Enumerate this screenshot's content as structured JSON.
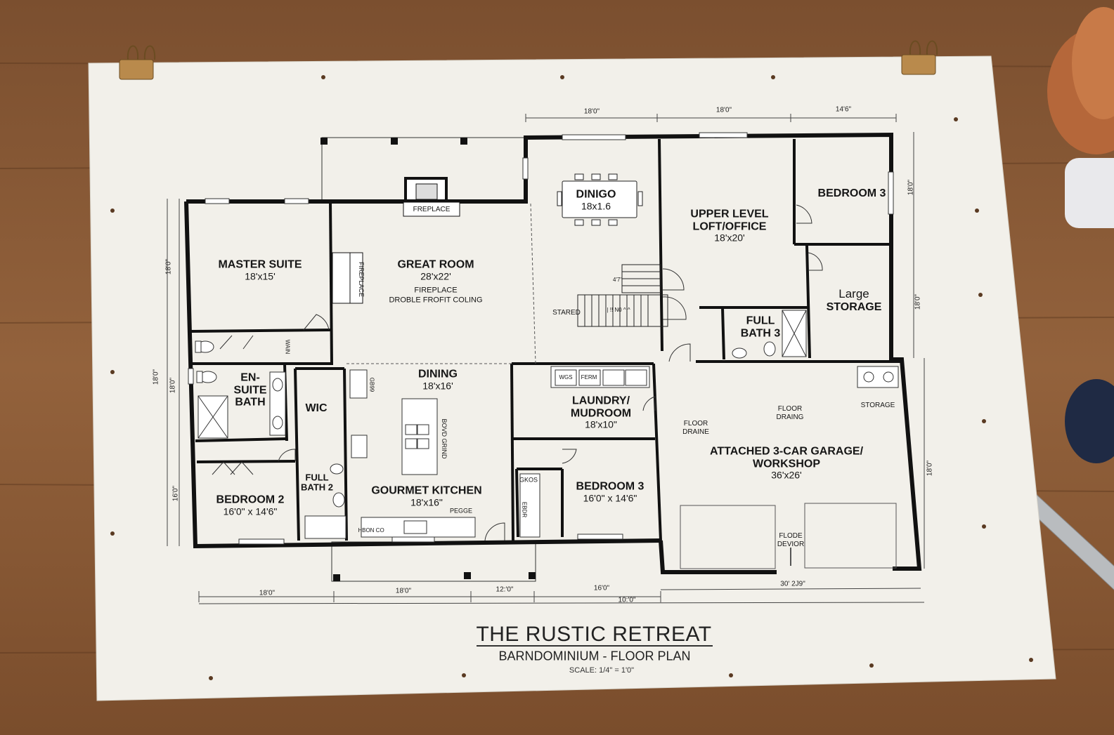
{
  "sheet": {
    "title": "THE RUSTIC RETREAT",
    "subtitle": "BARNDOMINIUM - FLOOR PLAN",
    "scale": "SCALE: 1/4\" = 1'0\""
  },
  "rooms": {
    "master_suite": {
      "name": "MASTER SUITE",
      "dims": "18'x15'"
    },
    "great_room": {
      "name": "GREAT ROOM",
      "dims": "28'x22'",
      "note1": "FIREPLACE",
      "note2": "DROBLE FROFIT COLING"
    },
    "dinigo": {
      "name": "DINIGO",
      "dims": "18x1.6"
    },
    "loft": {
      "name1": "UPPER LEVEL",
      "name2": "LOFT/OFFICE",
      "dims": "18'x20'"
    },
    "bedroom3_upper": {
      "name": "BEDROOM 3"
    },
    "large_storage": {
      "name1": "Large",
      "name2": "STORAGE"
    },
    "full_bath3": {
      "name1": "FULL",
      "name2": "BATH 3"
    },
    "ensuite": {
      "name1": "EN-",
      "name2": "SUITE",
      "name3": "BATH"
    },
    "wic": {
      "name": "WIC"
    },
    "dining": {
      "name": "DINING",
      "dims": "18'x16'"
    },
    "laundry": {
      "name1": "LAUNDRY/",
      "name2": "MUDROOM",
      "dims": "18'x10\""
    },
    "garage": {
      "name1": "ATTACHED 3-CAR GARAGE/",
      "name2": "WORKSHOP",
      "dims": "36'x26'"
    },
    "bedroom2": {
      "name": "BEDROOM 2",
      "dims": "16'0\" x 14'6\""
    },
    "full_bath2": {
      "name1": "FULL",
      "name2": "BATH 2"
    },
    "kitchen": {
      "name": "GOURMET KITCHEN",
      "dims": "18'x16\""
    },
    "bedroom3_lower": {
      "name": "BEDROOM 3",
      "dims": "16'0\" x 14'6\""
    }
  },
  "notes": {
    "fireplace_top": "FREPLACE",
    "fireplace_side": "FIREPLACE",
    "stair_label": "STARED",
    "stair_small": "4'7'",
    "stair_mid": "| !! N0 ^ ^",
    "w_closet": "WAIN",
    "kitchen_side": "GB99",
    "island_label": "BOVD GRIND",
    "pegge": "PEGGE",
    "hbon": "HBON CO",
    "laundry_a": "WGS",
    "laundry_b": "FERM",
    "gkos": "GKOS",
    "ebdr": "EBDR",
    "floor_draine": "FLOOR\nDRAINE",
    "floor_draing": "FLOOR\nDRAING",
    "storage": "STORAGE",
    "flode_devior": "FLODE\nDEVIOR"
  },
  "dimensions": {
    "top": [
      "18'0\"",
      "18'0\"",
      "14'6\""
    ],
    "left": [
      "18'0\"",
      "18'0\"",
      "18'0\"",
      "16'0\""
    ],
    "right": [
      "18'0\"",
      "18'0\"",
      "18'0\""
    ],
    "bottom": [
      "18'0\"",
      "18'0\"",
      "12:'0\"",
      "16'0\"",
      "30' 2J9\""
    ],
    "overall": "10:'0\""
  },
  "colors": {
    "paper": "#f2f0ea",
    "ink": "#141414",
    "wood": "#8a5a36"
  }
}
